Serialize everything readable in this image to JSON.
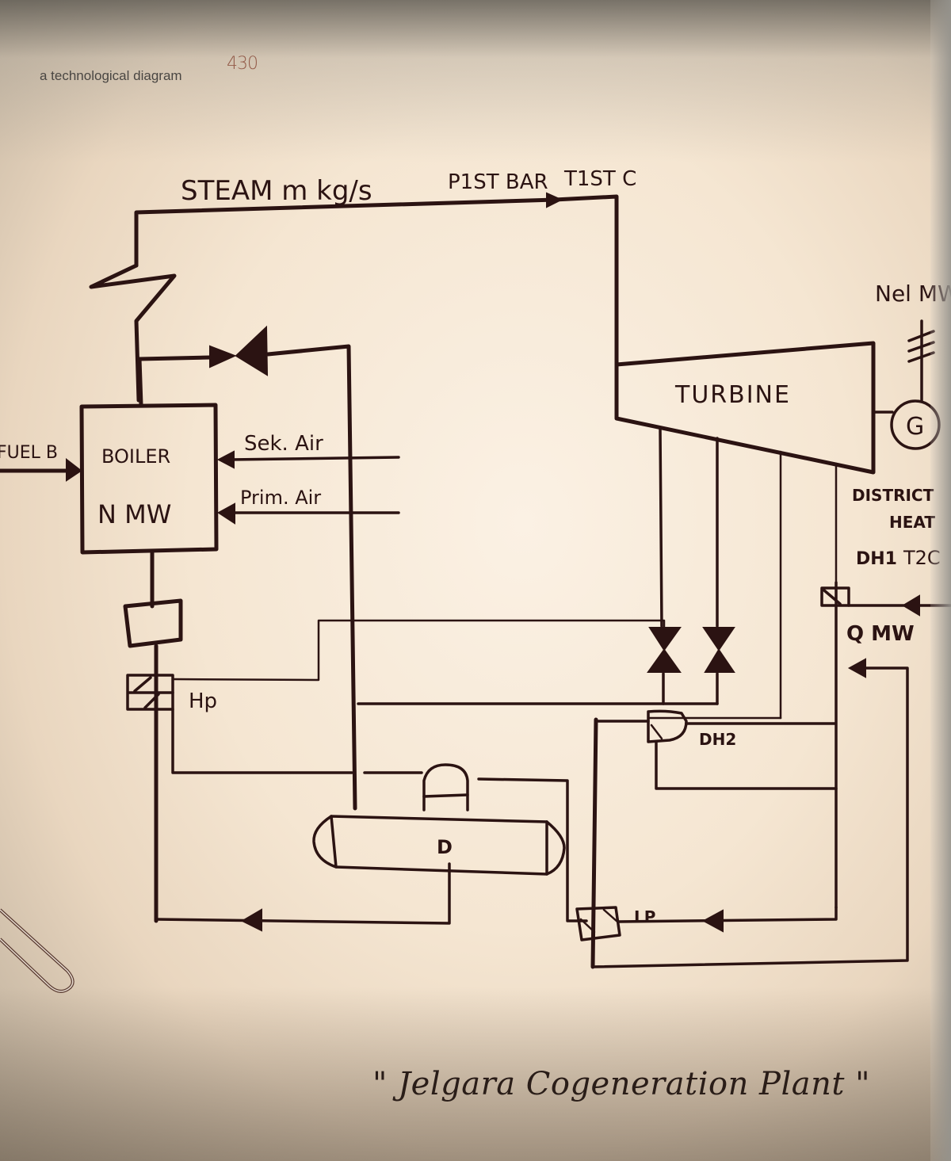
{
  "header": {
    "caption": "a technological diagram",
    "page_number": "430"
  },
  "diagram": {
    "title": "\" Jelgara Cogeneration Plant \"",
    "steam_line": {
      "label": "STEAM  m kg/s",
      "pressure": "P1ST BAR",
      "temperature": "T1ST C"
    },
    "boiler": {
      "name": "BOILER",
      "power_label": "N   MW",
      "fuel_input": "FUEL B",
      "secondary_air": "Sek. Air",
      "primary_air": "Prim. Air"
    },
    "turbine": {
      "name": "TURBINE"
    },
    "generator": {
      "symbol": "G",
      "output": "Nel MW"
    },
    "district_heat": {
      "label_line1": "DISTRICT",
      "label_line2": "HEAT",
      "exchanger": "DH1",
      "temperature": "T2C",
      "heat_output": "Q   MW"
    },
    "heaters": {
      "high_pressure": "Hp",
      "low_pressure": "LP",
      "district_heater_2": "DH2"
    },
    "deaerator": {
      "label": "D"
    }
  },
  "colors": {
    "ink": "#2b1312",
    "paper": "#f7ead9",
    "page_number": "#8c3a24"
  }
}
